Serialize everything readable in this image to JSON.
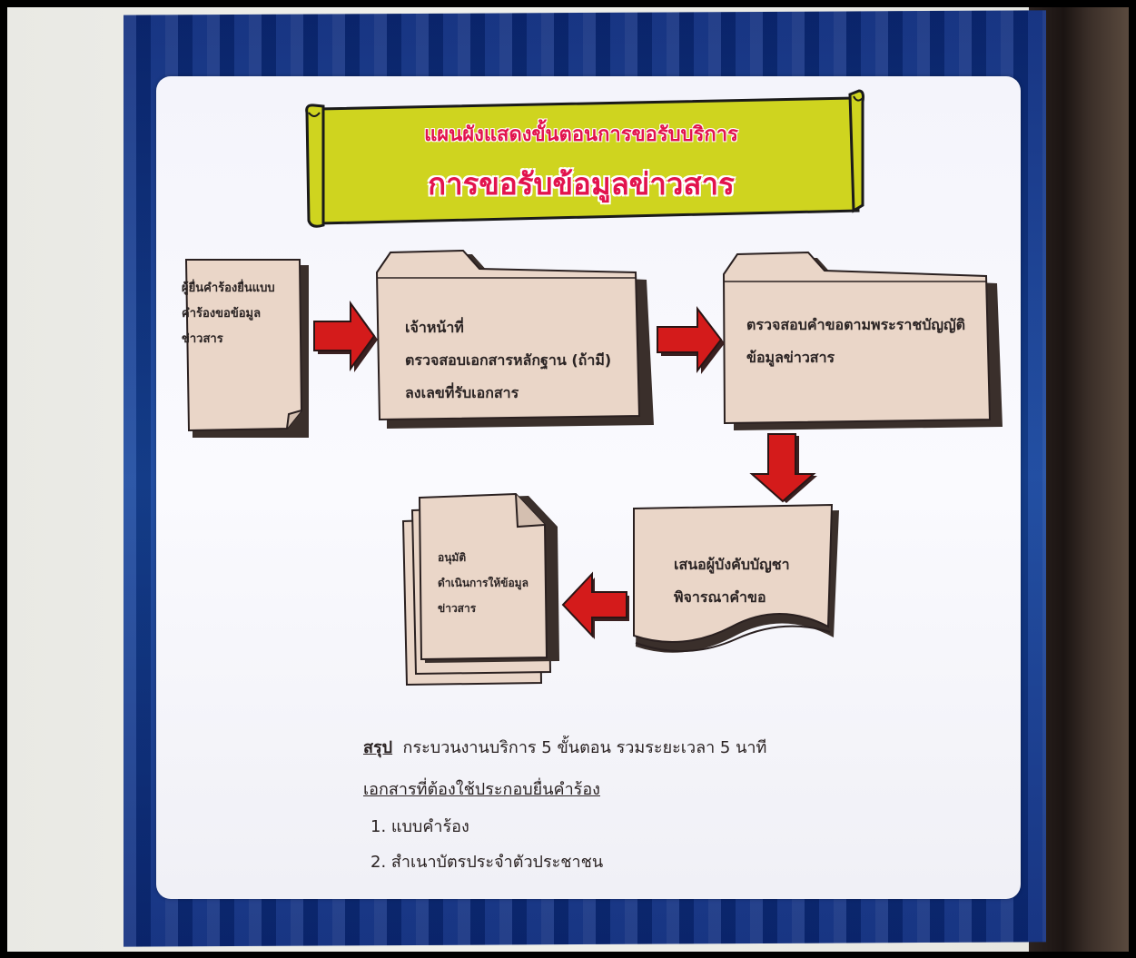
{
  "banner": {
    "line1": "แผนผังแสดงขั้นตอนการขอรับบริการ",
    "line2": "การขอรับข้อมูลข่าวสาร"
  },
  "steps": [
    {
      "lines": [
        "ผู้ยื่นคำร้องยื่นแบบ",
        "คำร้องขอข้อมูล",
        "ข่าวสาร"
      ]
    },
    {
      "lines": [
        "เจ้าหน้าที่",
        "ตรวจสอบเอกสารหลักฐาน (ถ้ามี)",
        "ลงเลขที่รับเอกสาร"
      ]
    },
    {
      "lines": [
        "ตรวจสอบคำขอตามพระราชบัญญัติ",
        "ข้อมูลข่าวสาร"
      ]
    },
    {
      "lines": [
        "เสนอผู้บังคับบัญชา",
        "พิจารณาคำขอ"
      ]
    },
    {
      "lines": [
        "อนุมัติ",
        "ดำเนินการให้ข้อมูล",
        "ข่าวสาร"
      ]
    }
  ],
  "summary": {
    "label": "สรุป",
    "text": "กระบวนงานบริการ 5 ขั้นตอน รวมระยะเวลา 5 นาที"
  },
  "documents": {
    "heading": "เอกสารที่ต้องใช้ประกอบยื่นคำร้อง",
    "items": [
      "1. แบบคำร้อง",
      "2. สำเนาบัตรประจำตัวประชาชน"
    ]
  },
  "colors": {
    "banner_fill": "#cfd41f",
    "banner_text": "#e2134d",
    "shape_fill": "#ead6c8",
    "arrow_fill": "#d41b1b",
    "poster_blue": "#17469e"
  }
}
